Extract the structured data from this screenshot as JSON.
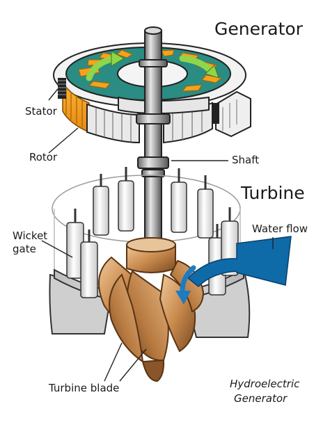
{
  "labels": {
    "generator": "Generator",
    "turbine": "Turbine",
    "stator": "Stator",
    "rotor": "Rotor",
    "shaft": "Shaft",
    "wicket_gate_line1": "Wicket",
    "wicket_gate_line2": "gate",
    "water_flow": "Water flow",
    "turbine_blade": "Turbine blade",
    "caption_line1": "Hydroelectric",
    "caption_line2": "Generator"
  },
  "colors": {
    "water_flow_arrow": "#0f6aa8",
    "rotor_coil_orange": "#f5a21e",
    "stator_teal": "#2a8c83",
    "rotation_arrow_green": "#8fd64a",
    "turbine_bronze": "#c8894c",
    "casing_gray": "#d4d4d4"
  }
}
